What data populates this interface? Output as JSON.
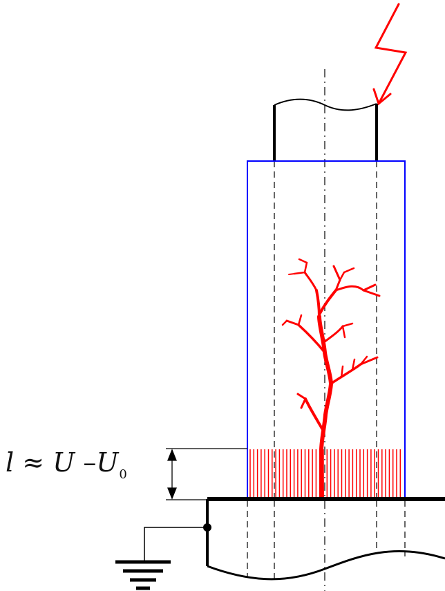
{
  "diagram": {
    "formula": {
      "lhs": "l",
      "approx": "≈",
      "rhs": "U",
      "minus": "–",
      "term": "U",
      "subscript": "0"
    },
    "colors": {
      "chamber": "#0000ff",
      "discharge": "#ff0000",
      "outline": "#000000"
    },
    "icons": [
      "lightning-bolt-icon",
      "ground-symbol-icon",
      "connection-dot-icon"
    ]
  }
}
